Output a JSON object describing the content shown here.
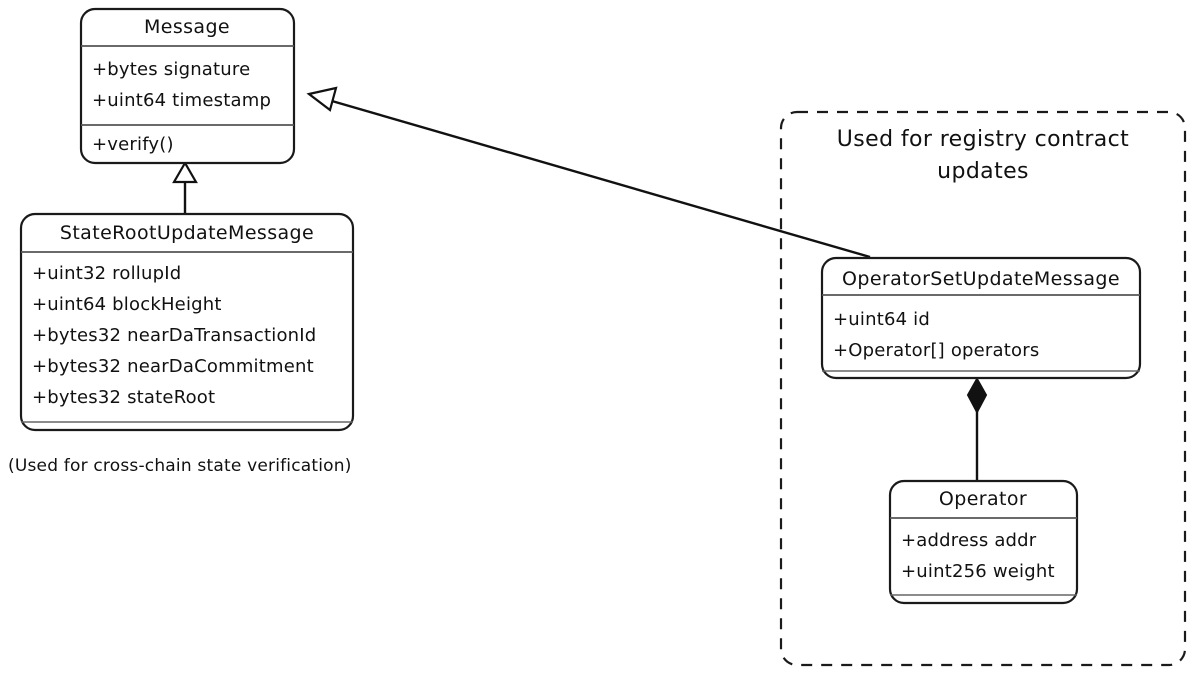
{
  "diagram": {
    "type": "uml-class-diagram",
    "background": "#ffffff",
    "line_color": "#111111"
  },
  "classes": {
    "message": {
      "name": "Message",
      "attributes": [
        "+bytes signature",
        "+uint64 timestamp"
      ],
      "methods": [
        "+verify()"
      ]
    },
    "state_root_update_message": {
      "name": "StateRootUpdateMessage",
      "attributes": [
        "+uint32 rollupId",
        "+uint64 blockHeight",
        "+bytes32 nearDaTransactionId",
        "+bytes32 nearDaCommitment",
        "+bytes32 stateRoot"
      ]
    },
    "operator_set_update_message": {
      "name": "OperatorSetUpdateMessage",
      "attributes": [
        "+uint64 id",
        "+Operator[] operators"
      ]
    },
    "operator": {
      "name": "Operator",
      "attributes": [
        "+address addr",
        "+uint256 weight"
      ]
    }
  },
  "notes": {
    "state_root_caption": "(Used for cross-chain state verification)",
    "registry_group_line1": "Used for registry contract",
    "registry_group_line2": "updates"
  },
  "edges": [
    {
      "id": "state-root-inherits-message",
      "from": "StateRootUpdateMessage",
      "to": "Message",
      "kind": "generalization",
      "arrowhead": "hollow-triangle"
    },
    {
      "id": "operator-set-inherits-message",
      "from": "OperatorSetUpdateMessage",
      "to": "Message",
      "kind": "generalization",
      "arrowhead": "hollow-triangle"
    },
    {
      "id": "operator-set-composes-operator",
      "from": "OperatorSetUpdateMessage",
      "to": "Operator",
      "kind": "composition",
      "arrowhead": "filled-diamond"
    }
  ]
}
